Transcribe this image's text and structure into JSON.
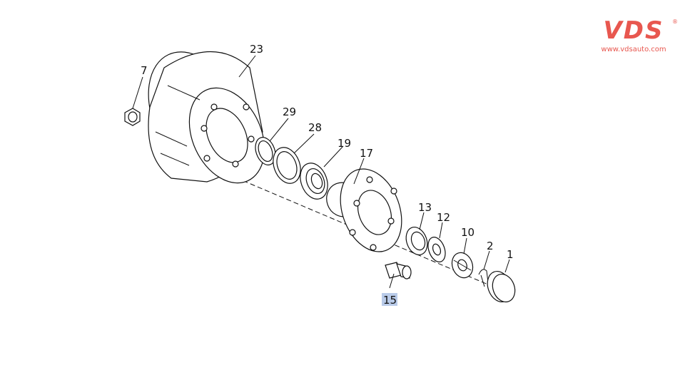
{
  "brand": {
    "logo_text": "VDS",
    "registered": "®",
    "url": "www.vdsauto.com",
    "color": "#e8574f"
  },
  "diagram": {
    "highlight_color": "#b9cbe9",
    "highlighted_callout": "15",
    "callouts": [
      "23",
      "7",
      "29",
      "28",
      "19",
      "17",
      "13",
      "12",
      "10",
      "2",
      "1",
      "15"
    ]
  }
}
